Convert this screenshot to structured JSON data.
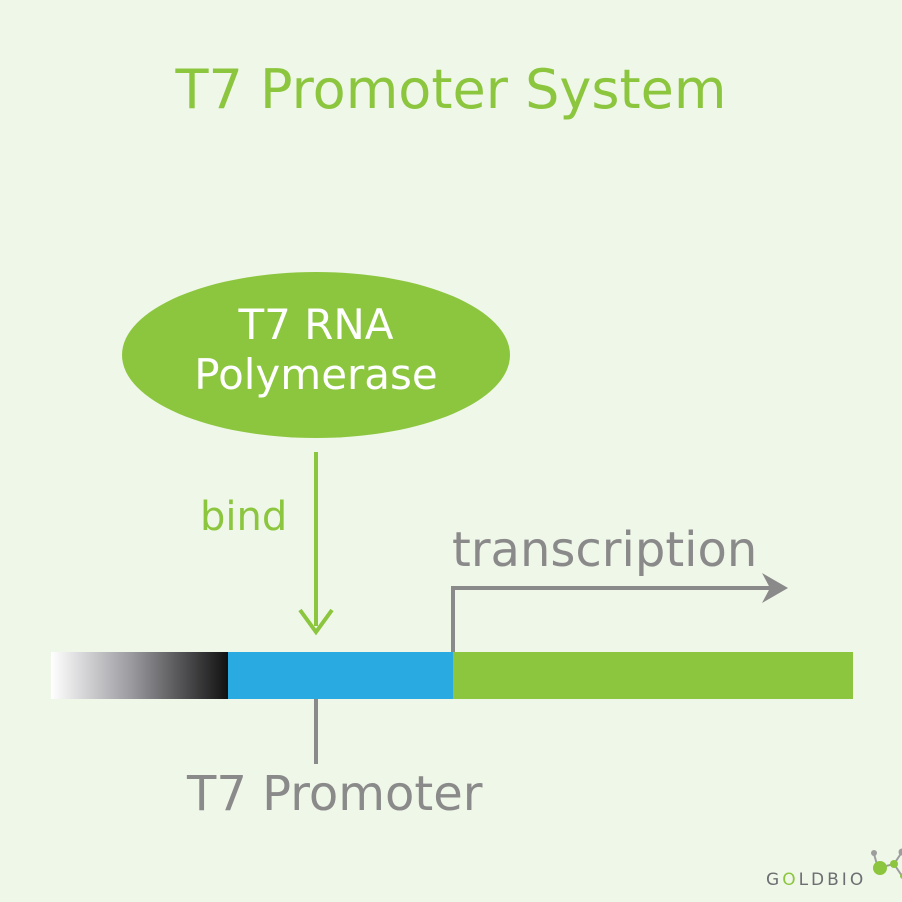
{
  "title": "T7 Promoter System",
  "polymerase": {
    "line1": "T7 RNA",
    "line2": "Polymerase"
  },
  "bind_label": "bind",
  "transcription_label": "transcription",
  "promoter_label": "T7 Promoter",
  "logo": {
    "text_before": "G",
    "text_accent": "O",
    "text_after": "LDBIO"
  },
  "colors": {
    "background": "#eff7e8",
    "green": "#8cc63f",
    "blue": "#29abe2",
    "gray": "#8a8a8a"
  }
}
